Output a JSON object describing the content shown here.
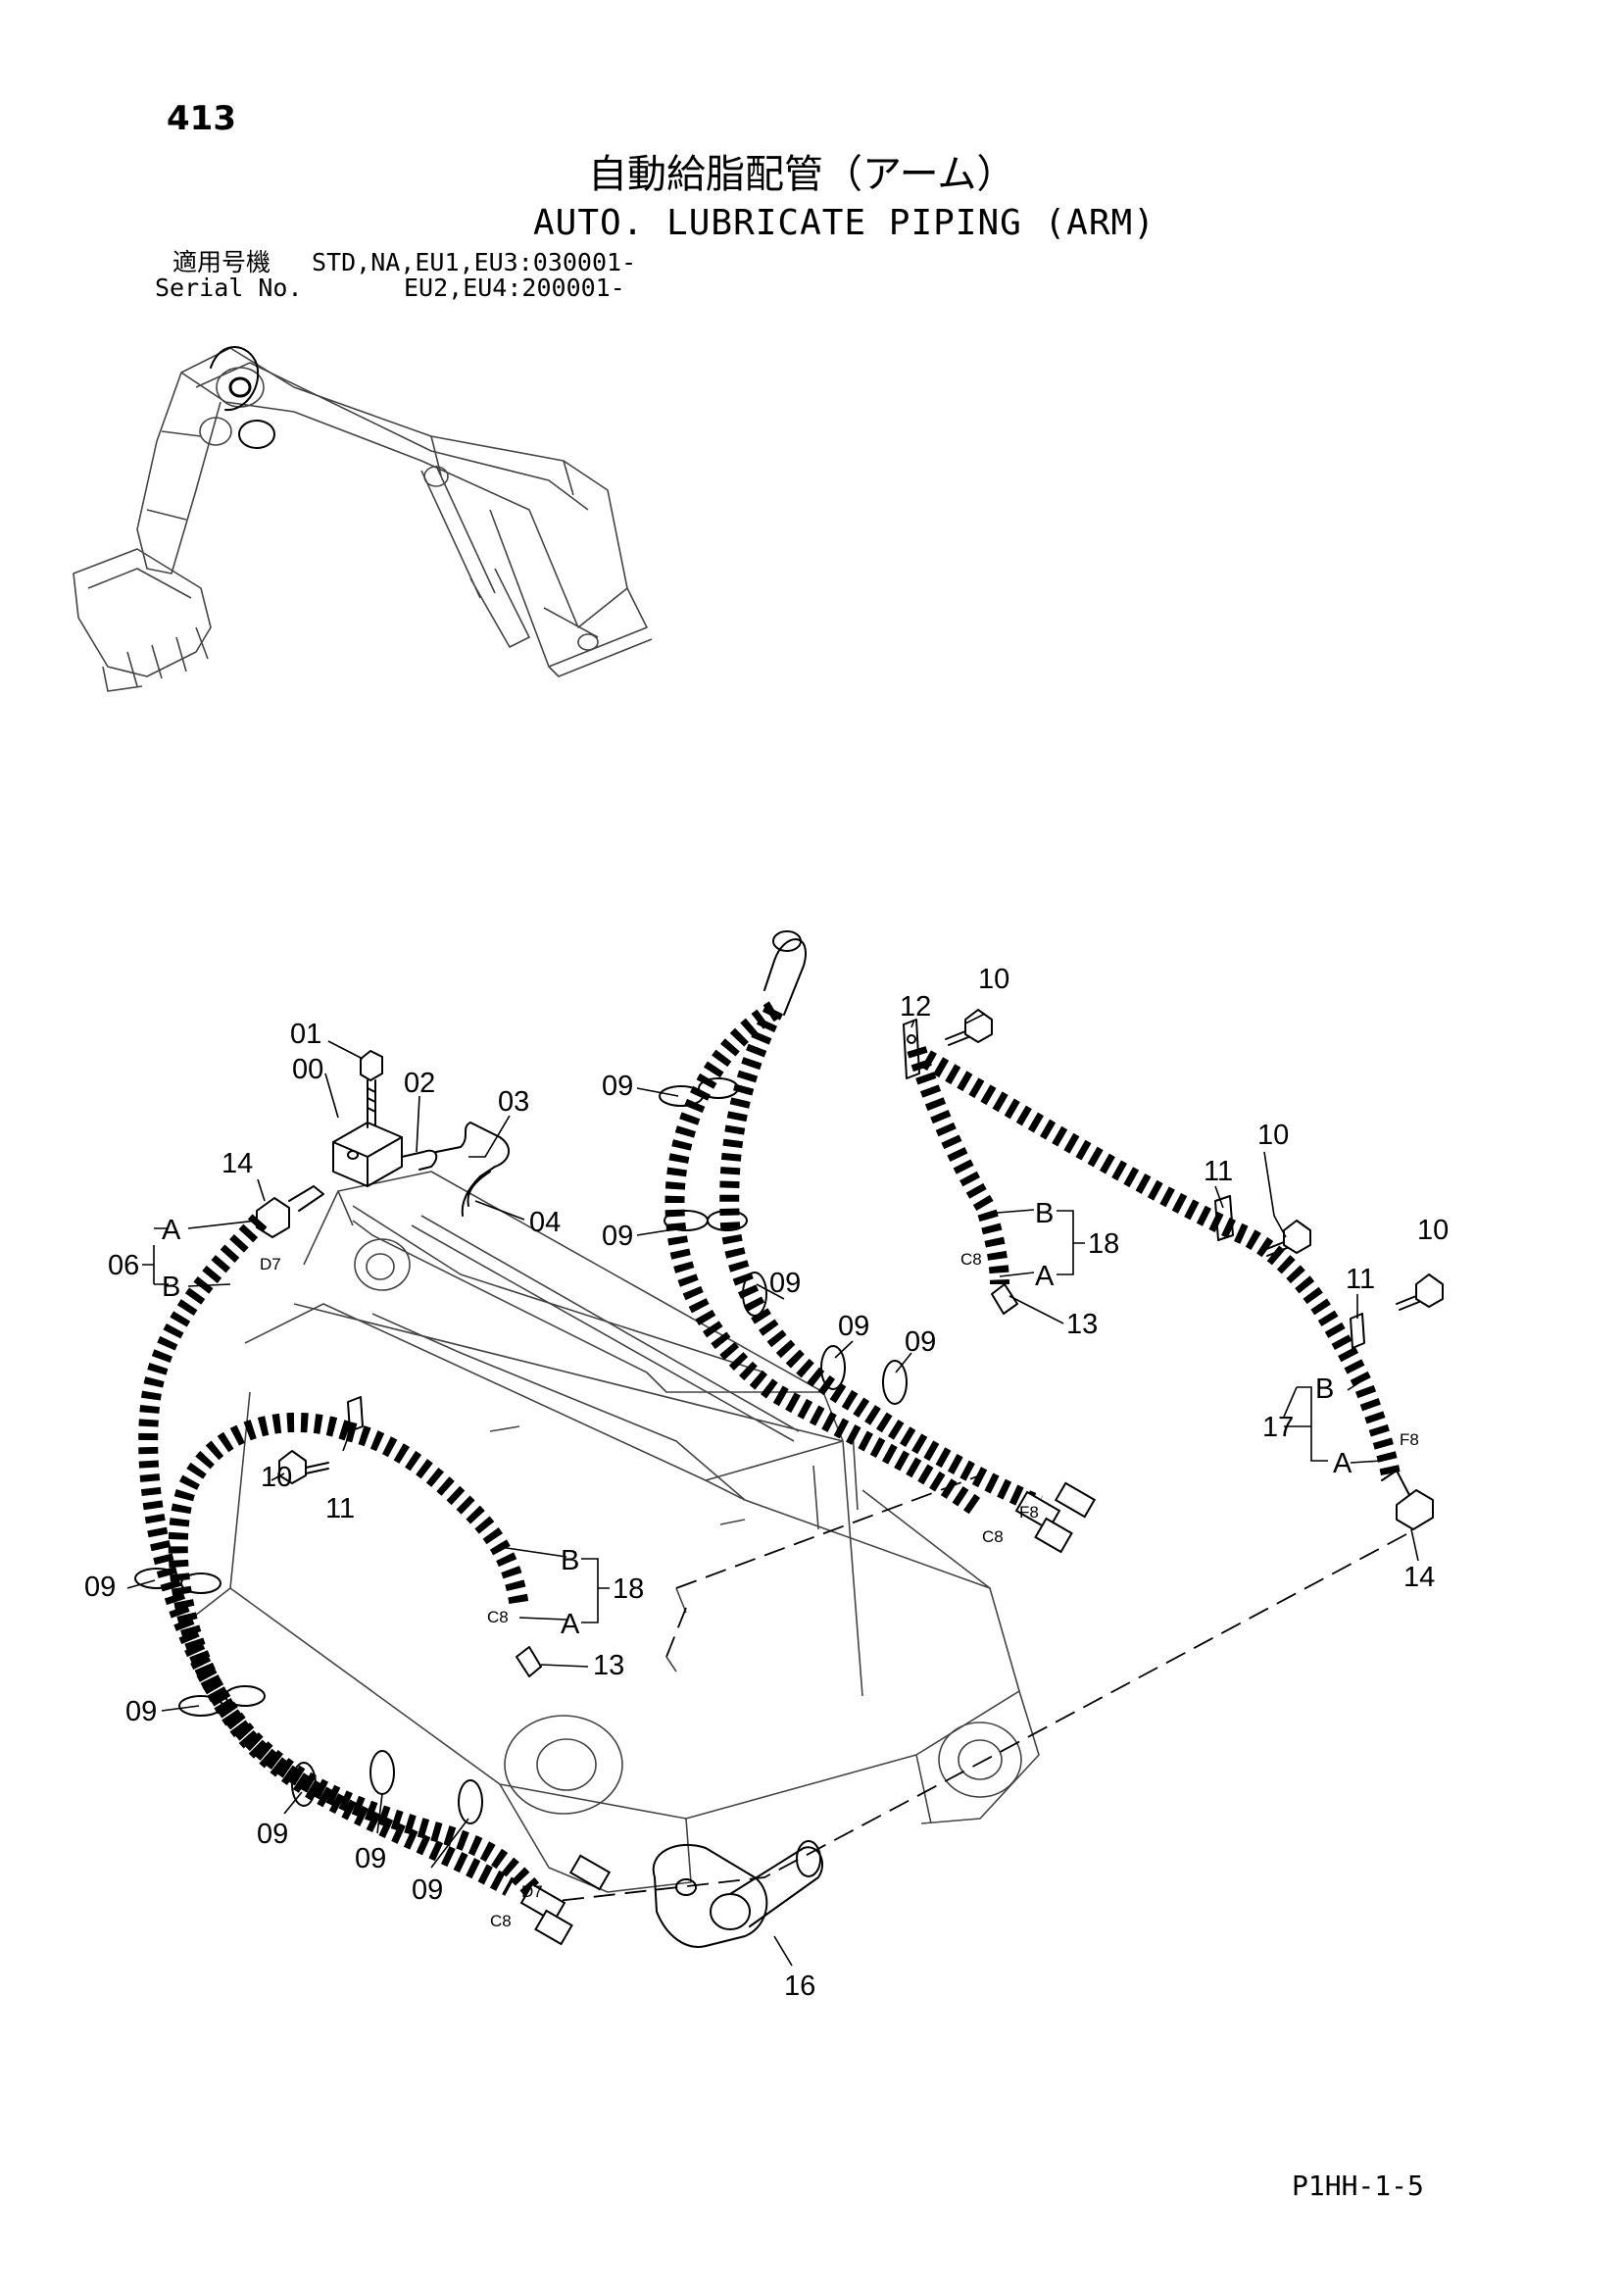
{
  "header": {
    "page_number": "413",
    "title_ja": "自動給脂配管（アーム）",
    "title_en": "AUTO. LUBRICATE PIPING (ARM)",
    "serial_label_ja": "適用号機",
    "serial_value_1": "STD,NA,EU1,EU3:030001-",
    "serial_label_en": "Serial No.",
    "serial_value_2": "EU2,EU4:200001-"
  },
  "footer": {
    "drawing_code": "P1HH-1-5"
  },
  "callouts": {
    "p00": "00",
    "p01": "01",
    "p02": "02",
    "p03": "03",
    "p04": "04",
    "p06": "06",
    "p09": "09",
    "p10": "10",
    "p11": "11",
    "p12": "12",
    "p13": "13",
    "p14": "14",
    "p16": "16",
    "p17": "17",
    "p18": "18"
  },
  "bracket_letters": {
    "a": "A",
    "b": "B"
  },
  "size_codes": {
    "d7": "D7",
    "c8": "C8",
    "f8": "F8"
  },
  "icons": [
    "excavator-overview-icon",
    "arm-assembly-drawing"
  ]
}
